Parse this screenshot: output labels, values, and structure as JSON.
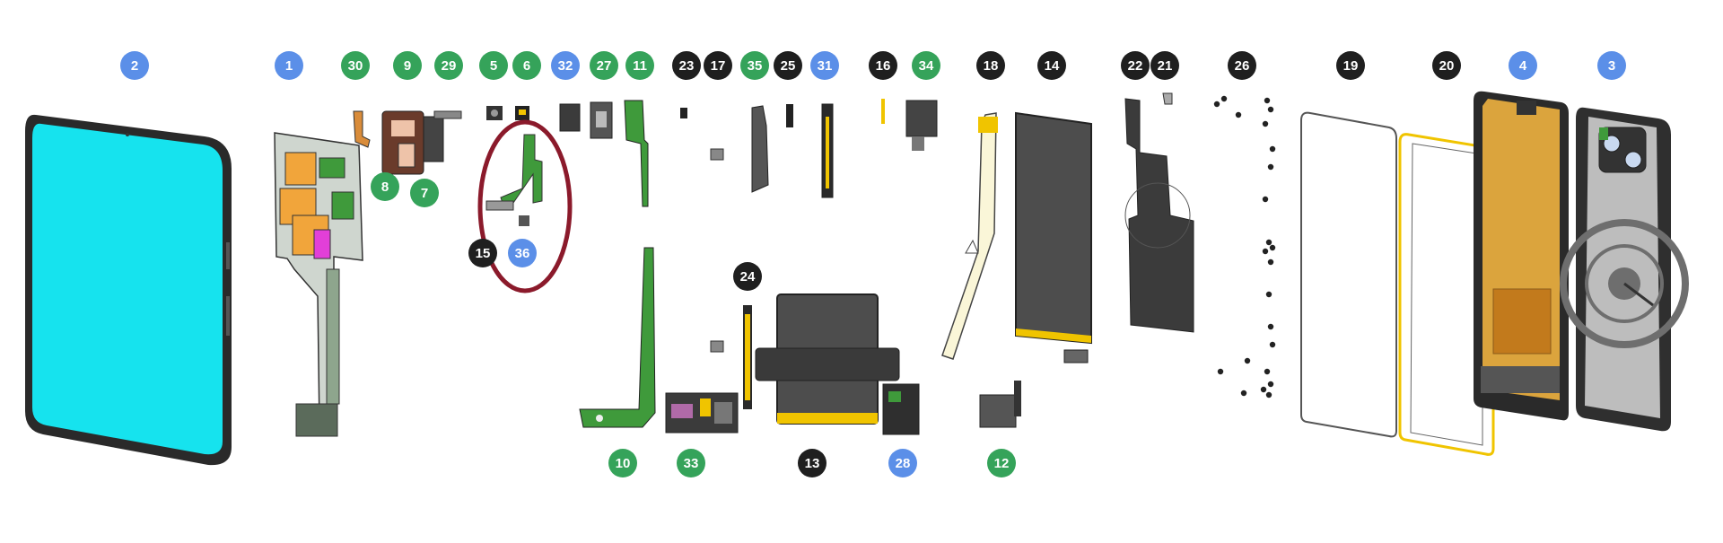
{
  "diagram": {
    "colors": {
      "blue": "#5b8fe8",
      "green": "#35a35a",
      "black": "#1f1f1f",
      "highlight_ring": "#8b1a2b",
      "screen": "#16e3ee",
      "board_green": "#3f9a3b",
      "board_orange": "#f1a53b",
      "copper": "#d98c3a",
      "magenta": "#e23fd8",
      "battery": "#4d4d4d",
      "gold": "#f0c400",
      "back_cover": "#dba43d",
      "frame": "#3b3b3b"
    },
    "callouts": [
      {
        "label": "2",
        "color": "blue"
      },
      {
        "label": "1",
        "color": "blue"
      },
      {
        "label": "30",
        "color": "green"
      },
      {
        "label": "9",
        "color": "green"
      },
      {
        "label": "29",
        "color": "green"
      },
      {
        "label": "5",
        "color": "green"
      },
      {
        "label": "6",
        "color": "green"
      },
      {
        "label": "32",
        "color": "blue"
      },
      {
        "label": "27",
        "color": "green"
      },
      {
        "label": "11",
        "color": "green"
      },
      {
        "label": "23",
        "color": "black"
      },
      {
        "label": "17",
        "color": "black"
      },
      {
        "label": "35",
        "color": "green"
      },
      {
        "label": "25",
        "color": "black"
      },
      {
        "label": "31",
        "color": "blue"
      },
      {
        "label": "16",
        "color": "black"
      },
      {
        "label": "34",
        "color": "green"
      },
      {
        "label": "18",
        "color": "black"
      },
      {
        "label": "14",
        "color": "black"
      },
      {
        "label": "22",
        "color": "black"
      },
      {
        "label": "21",
        "color": "black"
      },
      {
        "label": "26",
        "color": "black"
      },
      {
        "label": "19",
        "color": "black"
      },
      {
        "label": "20",
        "color": "black"
      },
      {
        "label": "4",
        "color": "blue"
      },
      {
        "label": "3",
        "color": "blue"
      },
      {
        "label": "8",
        "color": "green"
      },
      {
        "label": "7",
        "color": "green"
      },
      {
        "label": "15",
        "color": "black"
      },
      {
        "label": "36",
        "color": "blue"
      },
      {
        "label": "24",
        "color": "black"
      },
      {
        "label": "10",
        "color": "green"
      },
      {
        "label": "33",
        "color": "green"
      },
      {
        "label": "13",
        "color": "black"
      },
      {
        "label": "28",
        "color": "blue"
      },
      {
        "label": "12",
        "color": "green"
      }
    ]
  }
}
